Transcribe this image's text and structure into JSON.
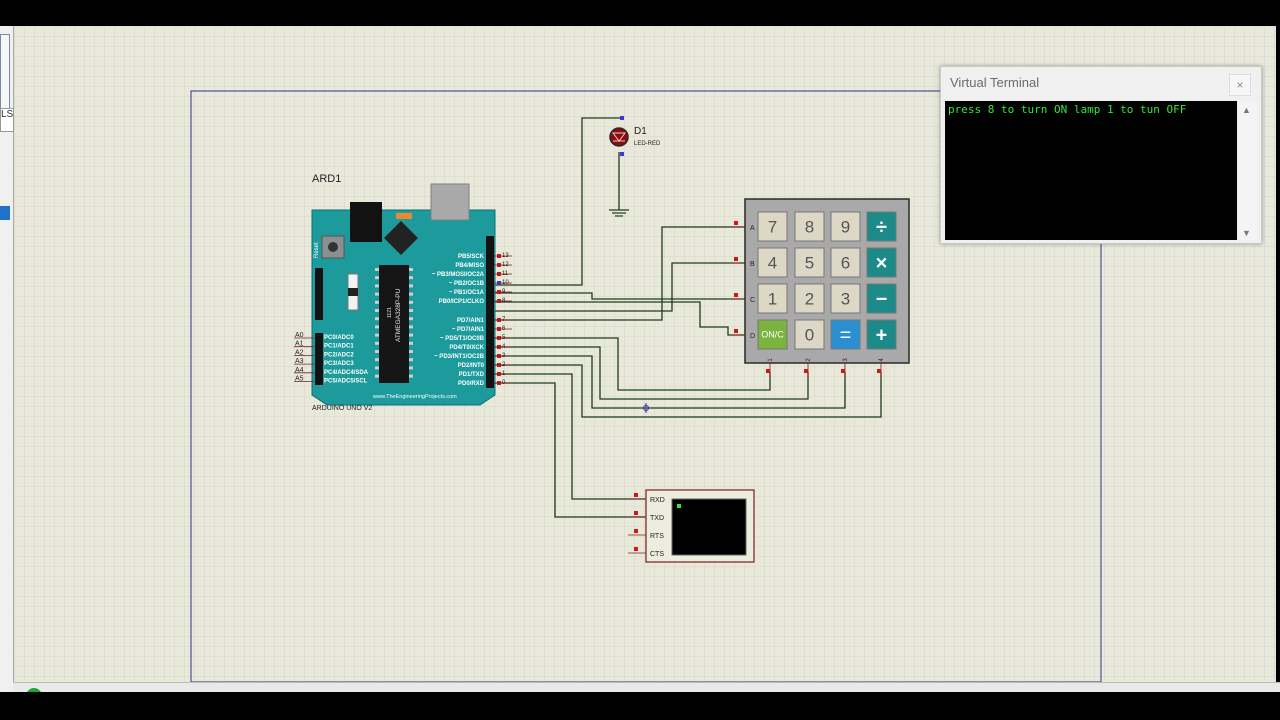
{
  "arduino": {
    "ref": "ARD1",
    "model": "ARDUINO UNO V2",
    "chip": "ATMEGA328P-PU",
    "chip_code": "1121",
    "reset_label": "Reset",
    "website": "www.TheEngineeringProjects.com",
    "digital_pins": [
      {
        "label": "PB5/SCK",
        "num": "13"
      },
      {
        "label": "PB4/MISO",
        "num": "12"
      },
      {
        "label": "~ PB3/MOSI/OC2A",
        "num": "11"
      },
      {
        "label": "~ PB2/OC1B",
        "num": "10"
      },
      {
        "label": "~ PB1/OC1A",
        "num": "9"
      },
      {
        "label": "PB0/ICP1/CLKO",
        "num": "8"
      },
      {
        "label": "PD7/AIN1",
        "num": "7"
      },
      {
        "label": "~ PD7/AIN1",
        "num": "6"
      },
      {
        "label": "~ PD5/T1/OC0B",
        "num": "5"
      },
      {
        "label": "PD4/T0/XCK",
        "num": "4"
      },
      {
        "label": "~ PD3/INT1/OC2B",
        "num": "3"
      },
      {
        "label": "PD2/INT0",
        "num": "2"
      },
      {
        "label": "PD1/TXD",
        "num": "1"
      },
      {
        "label": "PD0/RXD",
        "num": "0"
      }
    ],
    "analog_pins": [
      {
        "label": "PC0/ADC0",
        "num": "A0"
      },
      {
        "label": "PC1/ADC1",
        "num": "A1"
      },
      {
        "label": "PC2/ADC2",
        "num": "A2"
      },
      {
        "label": "PC3/ADC3",
        "num": "A3"
      },
      {
        "label": "PC4/ADC4/SDA",
        "num": "A4"
      },
      {
        "label": "PC5/ADC5/SCL",
        "num": "A5"
      }
    ]
  },
  "led": {
    "ref": "D1",
    "type": "LED-RED"
  },
  "keypad": {
    "rows": [
      "A",
      "B",
      "C",
      "D"
    ],
    "cols": [
      "1",
      "2",
      "3",
      "4"
    ],
    "keys": [
      [
        "7",
        "8",
        "9",
        "÷"
      ],
      [
        "4",
        "5",
        "6",
        "×"
      ],
      [
        "1",
        "2",
        "3",
        "−"
      ],
      [
        "ON/C",
        "0",
        "=",
        "+"
      ]
    ]
  },
  "terminal_component": {
    "pins": [
      "RXD",
      "TXD",
      "RTS",
      "CTS"
    ]
  },
  "virtual_terminal": {
    "title": "Virtual Terminal",
    "close": "×",
    "text": "press 8 to turn ON lamp 1 to tun OFF"
  },
  "colors": {
    "grid_bg": "#e9e9db",
    "board": "#1c9a9c",
    "wire": "#1b3d1b",
    "pin_red": "#d01818",
    "sheet_border": "#31318a",
    "terminal_text": "#2ee83a"
  }
}
